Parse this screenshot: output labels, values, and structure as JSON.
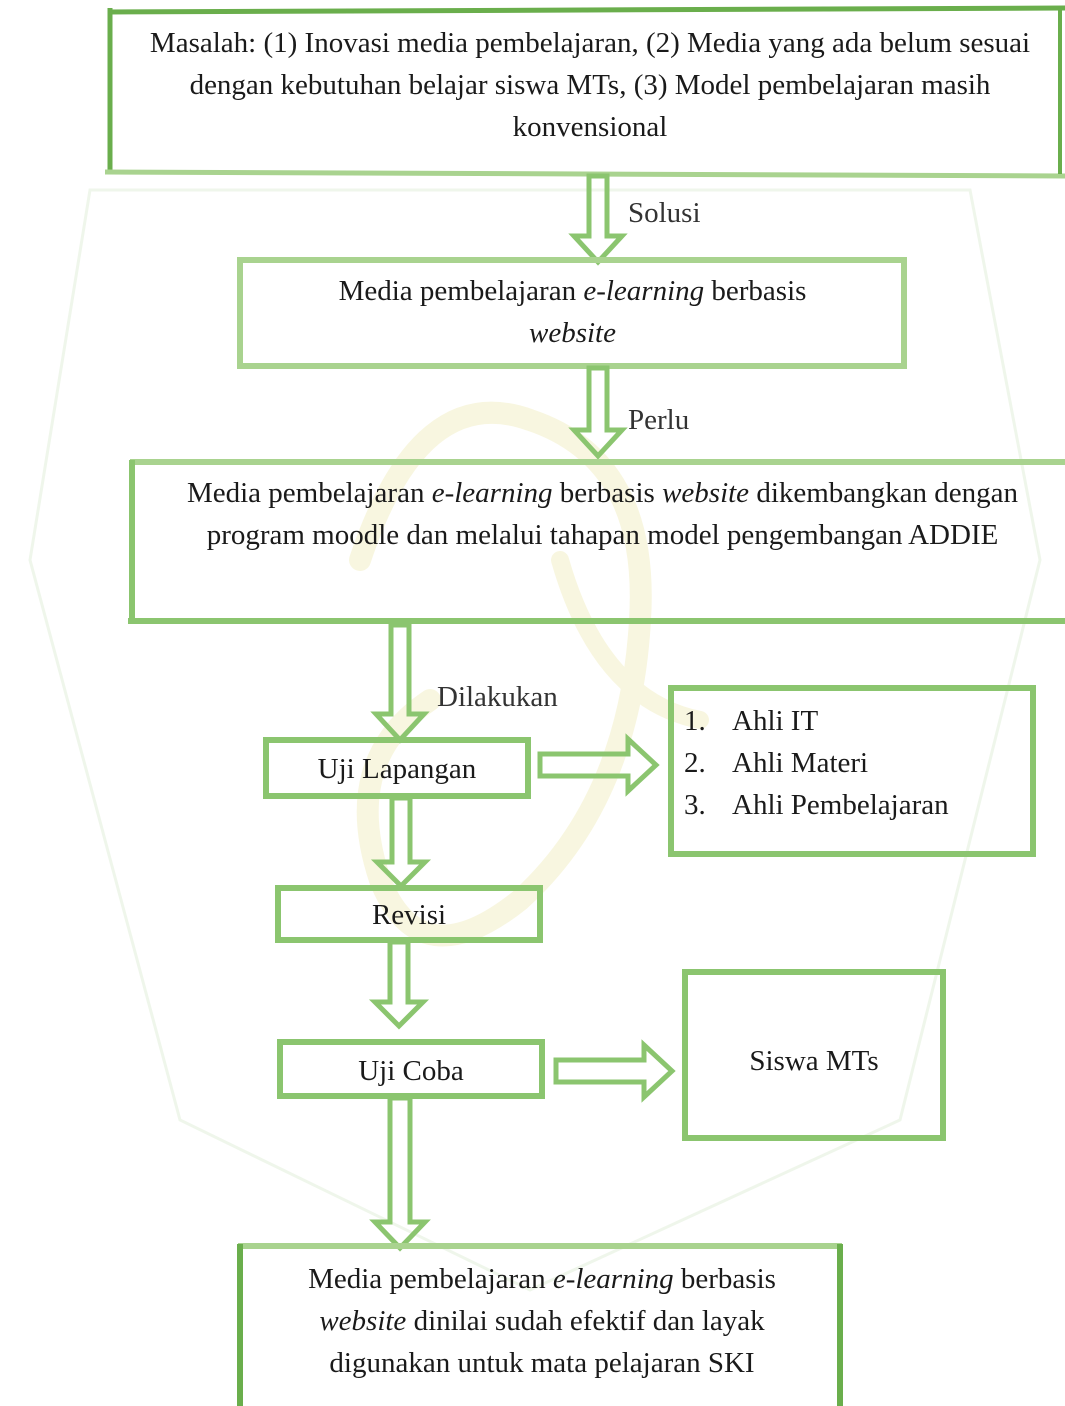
{
  "diagram": {
    "problem_box": {
      "text": "Masalah: (1) Inovasi media pembelajaran, (2) Media yang ada belum sesuai dengan kebutuhan belajar siswa MTs, (3) Model pembelajaran masih konvensional"
    },
    "arrow_labels": {
      "solusi": "Solusi",
      "perlu": "Perlu",
      "dilakukan": "Dilakukan"
    },
    "solution_box": {
      "part1": "Media pembelajaran ",
      "italic1": "e-learning",
      "part2": " berbasis ",
      "italic2": "website"
    },
    "development_box": {
      "part1": "Media pembelajaran ",
      "italic1": "e-learning",
      "part2": " berbasis ",
      "italic2": "website",
      "part3": " dikembangkan dengan program moodle dan melalui tahapan model pengembangan ADDIE"
    },
    "field_test_box": {
      "text": "Uji Lapangan"
    },
    "experts": {
      "items": [
        {
          "num": "1.",
          "label": "Ahli IT"
        },
        {
          "num": "2.",
          "label": "Ahli Materi"
        },
        {
          "num": "3.",
          "label": "Ahli Pembelajaran"
        }
      ]
    },
    "revision_box": {
      "text": "Revisi"
    },
    "trial_box": {
      "text": "Uji Coba"
    },
    "students_box": {
      "text": "Siswa MTs"
    },
    "result_box": {
      "part1": "Media pembelajaran ",
      "italic1": "e-learning",
      "part2": " berbasis ",
      "italic2": "website",
      "part3": " dinilai sudah efektif dan layak digunakan untuk mata pelajaran SKI"
    },
    "colors": {
      "box_border": "#8bc56f",
      "box_border_dark": "#6aae4c",
      "arrow": "#8bc56f",
      "watermark": "#d8ead0"
    }
  }
}
